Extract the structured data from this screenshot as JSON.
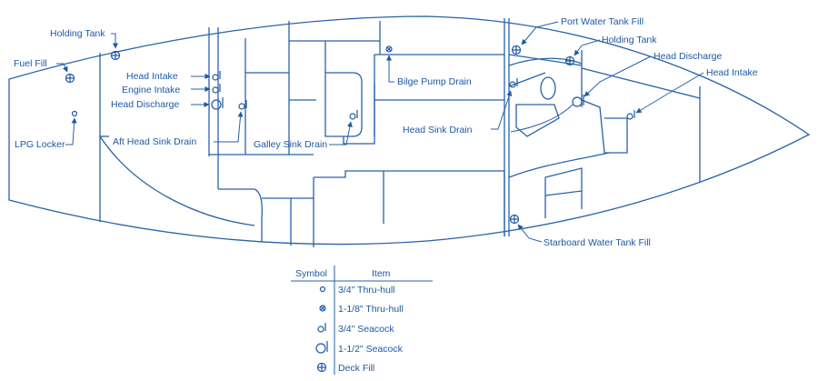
{
  "labels": {
    "holding_tank_port": "Holding Tank",
    "fuel_fill": "Fuel Fill",
    "lpg_locker": "LPG Locker",
    "head_intake_aft": "Head Intake",
    "engine_intake": "Engine Intake",
    "head_discharge_aft": "Head Discharge",
    "aft_head_sink_drain": "Aft Head Sink Drain",
    "galley_sink_drain": "Galley Sink Drain",
    "bilge_pump_drain": "Bilge Pump Drain",
    "head_sink_drain": "Head Sink Drain",
    "port_water_tank_fill": "Port Water Tank Fill",
    "holding_tank_fwd": "Holding Tank",
    "head_discharge_fwd": "Head Discharge",
    "head_intake_fwd": "Head Intake",
    "starboard_water_tank_fill": "Starboard Water Tank Fill"
  },
  "legend": {
    "header_symbol": "Symbol",
    "header_item": "Item",
    "rows": [
      {
        "symbol": "small-circle",
        "item": "3/4\" Thru-hull"
      },
      {
        "symbol": "crossed-circle-small",
        "item": "1-1/8\" Thru-hull"
      },
      {
        "symbol": "seacock-small",
        "item": "3/4\" Seacock"
      },
      {
        "symbol": "seacock-large",
        "item": "1-1/2\" Seacock"
      },
      {
        "symbol": "deck-fill",
        "item": "Deck Fill"
      }
    ]
  },
  "colors": {
    "line": "#2a62a8",
    "text": "#1f58a3",
    "background": "#ffffff"
  }
}
